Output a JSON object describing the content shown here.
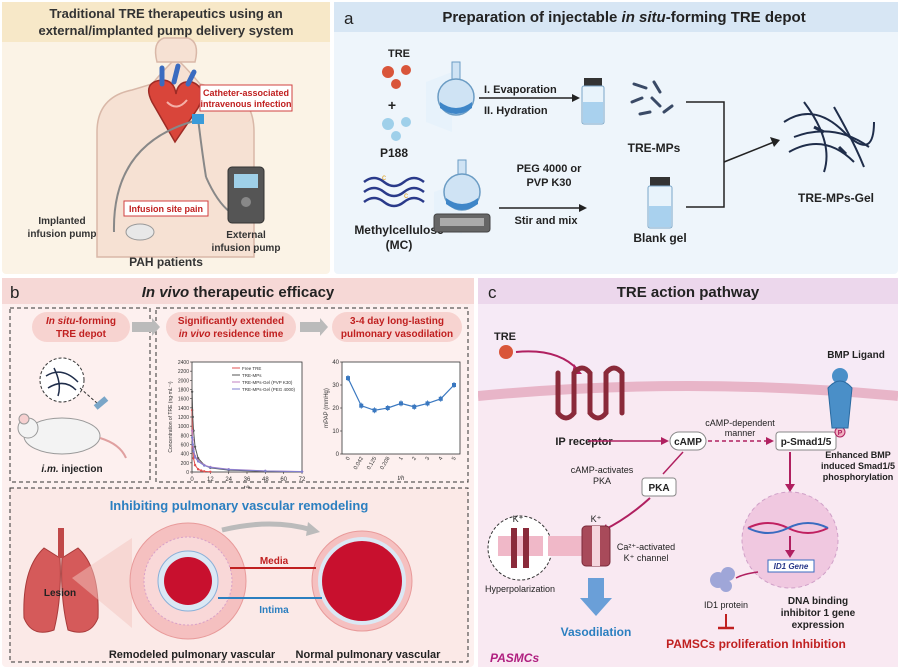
{
  "top_left": {
    "title_line1": "Traditional TRE therapeutics using an",
    "title_line2": "external/implanted pump delivery system",
    "callout_infection_line1": "Catheter-associated",
    "callout_infection_line2": "intravenous infection",
    "callout_pain": "Infusion site pain",
    "implanted_line1": "Implanted",
    "implanted_line2": "infusion pump",
    "external_line1": "External",
    "external_line2": "infusion pump",
    "patients": "PAH patients"
  },
  "panel_a": {
    "letter": "a",
    "title_pre": "Preparation of injectable ",
    "title_italic": "in situ",
    "title_post": "-forming TRE depot",
    "tre": "TRE",
    "plus": "+",
    "p188": "P188",
    "step1": "I. Evaporation",
    "step2": "II. Hydration",
    "mps": "TRE-MPs",
    "mc_line1": "Methylcellulose",
    "mc_line2": "(MC)",
    "peg_line1": "PEG 4000 or",
    "peg_line2": "PVP K30",
    "stir": "Stir and mix",
    "blank": "Blank gel",
    "gel": "TRE-MPs-Gel"
  },
  "panel_b": {
    "letter": "b",
    "title_italic": "In vivo",
    "title_post": " therapeutic efficacy",
    "step1_italic": "In situ",
    "step1_post": "-forming",
    "step1_line2": "TRE depot",
    "step2_line1": "Significantly extended",
    "step2_italic": "in vivo",
    "step2_post": " residence time",
    "step3_line1": "3-4 day long-lasting",
    "step3_line2": "pulmonary vasodilation",
    "injection_italic": "i.m.",
    "injection_post": " injection",
    "remodel_title": "Inhibiting pulmonary vascular remodeling",
    "lesion": "Lesion",
    "media": "Media",
    "intima": "Intima",
    "remodeled": "Remodeled pulmonary vascular",
    "normal": "Normal pulmonary vascular"
  },
  "panel_c": {
    "letter": "c",
    "title": "TRE action pathway",
    "tre": "TRE",
    "bmp": "BMP Ligand",
    "ip_receptor": "IP receptor",
    "camp": "cAMP",
    "camp_dependent_line1": "cAMP-dependent",
    "camp_dependent_line2": "manner",
    "psmad": "p-Smad1/5",
    "p": "P",
    "enhanced_line1": "Enhanced BMP",
    "enhanced_line2": "induced Smad1/5",
    "enhanced_line3": "phosphorylation",
    "activates_line1": "cAMP-activates",
    "activates_line2": "PKA",
    "pka": "PKA",
    "k1": "K⁺",
    "k2": "K⁺",
    "ca_line1": "Ca²⁺-activated",
    "ca_line2": "K⁺ channel",
    "hyper": "Hyperpolarization",
    "id1_gene": "ID1 Gene",
    "id1_protein": "ID1 protein",
    "dna_line1": "DNA binding",
    "dna_line2": "inhibitor 1 gene",
    "dna_line3": "expression",
    "vasodilation": "Vasodilation",
    "inhibition": "PAMSCs proliferation Inhibition",
    "pasmcs": "PASMCs"
  },
  "chart_data": [
    {
      "type": "line",
      "title": "",
      "xlabel": "t/h",
      "ylabel": "Concentration of TRE (ng·mL⁻¹)",
      "xlim": [
        0,
        72
      ],
      "ylim": [
        0,
        2400
      ],
      "x_ticks": [
        "0",
        "12",
        "24",
        "36",
        "48",
        "60",
        "72"
      ],
      "y_ticks": [
        "0",
        "200",
        "400",
        "600",
        "800",
        "1000",
        "1200",
        "1400",
        "1600",
        "1800",
        "2000",
        "2200",
        "2400"
      ],
      "legend": [
        "Free TRE",
        "TRE-MPs",
        "TRE-MPs-Gel (PVP K30)",
        "TRE-MPs-Gel (PEG 4000)"
      ],
      "series": [
        {
          "name": "Free TRE",
          "color": "#e05050",
          "x": [
            0.08,
            0.25,
            0.5,
            1,
            2,
            4,
            6,
            8,
            12
          ],
          "y": [
            1350,
            900,
            550,
            300,
            150,
            60,
            30,
            15,
            5
          ]
        },
        {
          "name": "TRE-MPs",
          "color": "#555555",
          "x": [
            0.08,
            0.5,
            1,
            2,
            4,
            8,
            12,
            24,
            48,
            72
          ],
          "y": [
            1750,
            1200,
            900,
            550,
            300,
            150,
            90,
            40,
            15,
            5
          ]
        },
        {
          "name": "TRE-MPs-Gel (PVP K30)",
          "color": "#c080c0",
          "x": [
            0.08,
            0.5,
            1,
            2,
            4,
            8,
            12,
            24,
            48,
            72
          ],
          "y": [
            900,
            700,
            500,
            350,
            250,
            150,
            110,
            60,
            25,
            10
          ]
        },
        {
          "name": "TRE-MPs-Gel (PEG 4000)",
          "color": "#8080d0",
          "x": [
            0.08,
            0.5,
            1,
            2,
            4,
            8,
            12,
            24,
            48,
            72
          ],
          "y": [
            750,
            600,
            450,
            320,
            230,
            140,
            100,
            55,
            22,
            8
          ]
        }
      ]
    },
    {
      "type": "line",
      "title": "",
      "xlabel": "t/h",
      "ylabel": "mPAP (mmHg)",
      "ylim": [
        0,
        40
      ],
      "y_ticks": [
        "0",
        "10",
        "20",
        "30",
        "40"
      ],
      "categories": [
        "0",
        "0.042",
        "0.125",
        "0.208",
        "1",
        "2",
        "3",
        "4",
        "5"
      ],
      "series": [
        {
          "name": "",
          "color": "#3a78c0",
          "values": [
            33,
            21,
            19,
            20,
            22,
            20.5,
            22,
            24,
            30
          ]
        }
      ]
    }
  ]
}
